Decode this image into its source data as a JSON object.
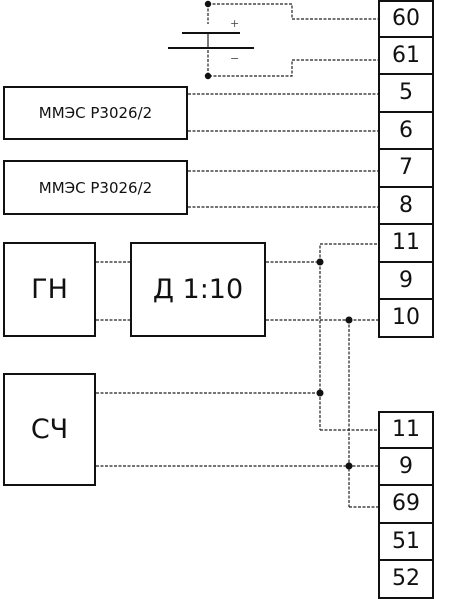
{
  "blocks": {
    "memory1": "ММЭС Р3026/2",
    "memory2": "ММЭС Р3026/2",
    "generator": "ГН",
    "divider": "Д  1:10",
    "counter": "СЧ"
  },
  "battery": {
    "plus": "+",
    "minus": "−"
  },
  "terminal_block_a": [
    "60",
    "61",
    "5",
    "6",
    "7",
    "8",
    "11",
    "9",
    "10"
  ],
  "terminal_block_b": [
    "11",
    "9",
    "69",
    "51",
    "52"
  ]
}
